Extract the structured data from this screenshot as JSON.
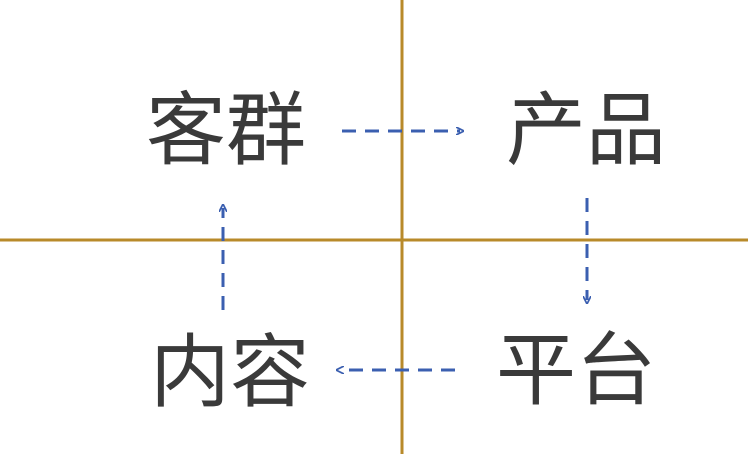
{
  "diagram": {
    "quadrants": {
      "top_left": "客群",
      "top_right": "产品",
      "bottom_right": "平台",
      "bottom_left": "内容"
    },
    "flow": [
      {
        "from": "客群",
        "to": "产品"
      },
      {
        "from": "产品",
        "to": "平台"
      },
      {
        "from": "平台",
        "to": "内容"
      },
      {
        "from": "内容",
        "to": "客群"
      }
    ],
    "colors": {
      "axis": "#b88a2a",
      "arrow": "#3b5fb0",
      "text": "#3a3a3a"
    }
  }
}
